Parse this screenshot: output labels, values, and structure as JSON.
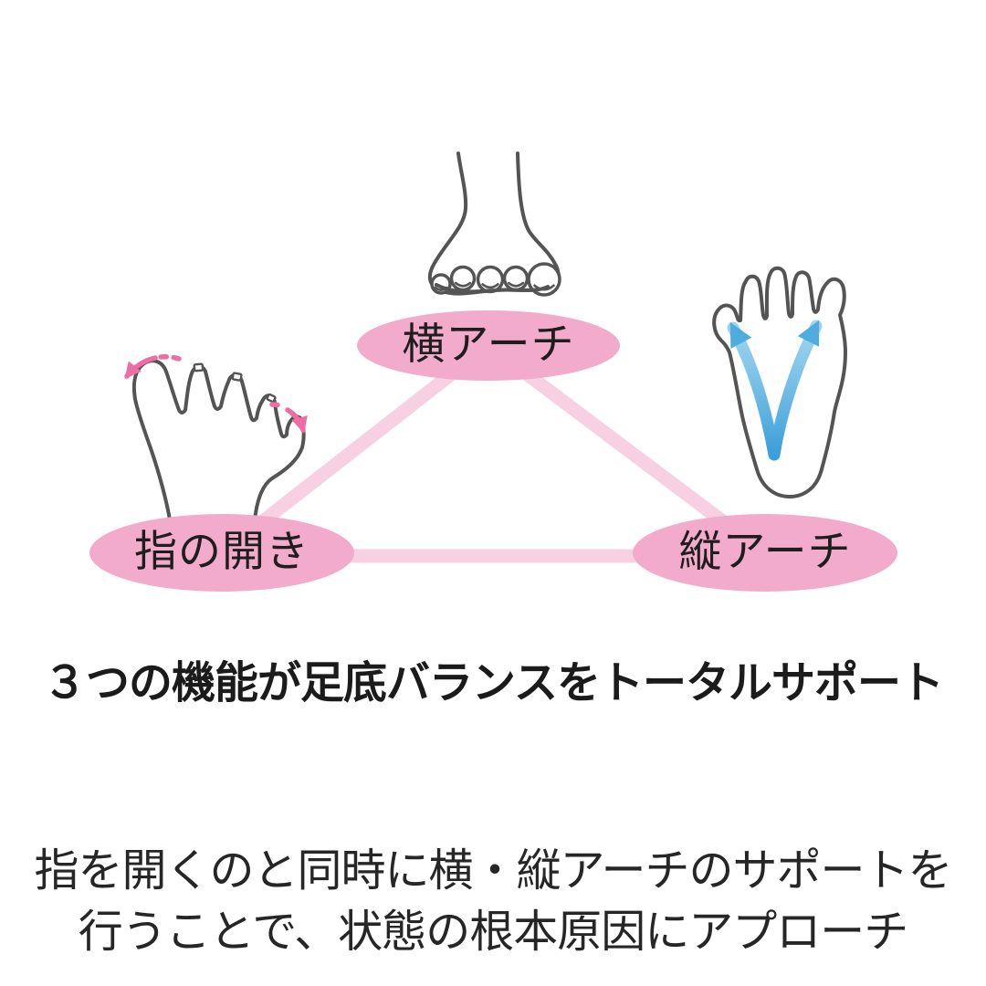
{
  "theme": {
    "ellipse-pink": "#F2ABCA",
    "connector-pink": "#F7D0E1",
    "arrow-pink": "#EC6EA4",
    "outline-gray": "#545454",
    "text-black": "#1E1E1E",
    "blue-dark": "#3A9ED8",
    "blue-mid": "#7EC3E8",
    "blue-light": "#A9D9F2",
    "arrowhead-blue": "#4FACDE",
    "background": "#FFFFFF"
  },
  "diagram": {
    "nodes": [
      {
        "id": "transverse-arch",
        "label": "横アーチ"
      },
      {
        "id": "toe-spread",
        "label": "指の開き"
      },
      {
        "id": "longitudinal-arch",
        "label": "縦アーチ"
      }
    ],
    "illustrations": [
      "foot-toes-front-icon",
      "foot-toe-spread-pink-arrows-icon",
      "foot-sole-blue-arch-arrows-icon"
    ]
  },
  "headline": "３つの機能が足底バランスをトータルサポート",
  "description": {
    "line1": "指を開くのと同時に横・縦アーチのサポートを",
    "line2": "行うことで、状態の根本原因にアプローチ"
  }
}
